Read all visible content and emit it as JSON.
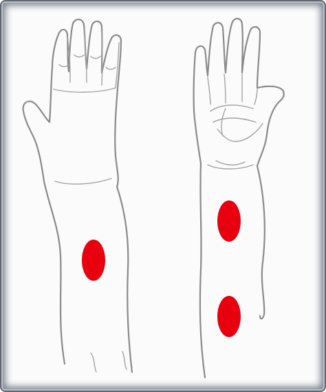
{
  "figure": {
    "panels": [
      "back-of-left-forearm",
      "front-of-right-forearm"
    ],
    "marker_color": "#e8000f",
    "line_color": "#8a8a8a",
    "background": "#fbfbfb",
    "markers": [
      {
        "panel": "back-of-left-forearm",
        "count": 1
      },
      {
        "panel": "front-of-right-forearm",
        "count": 2
      }
    ]
  }
}
